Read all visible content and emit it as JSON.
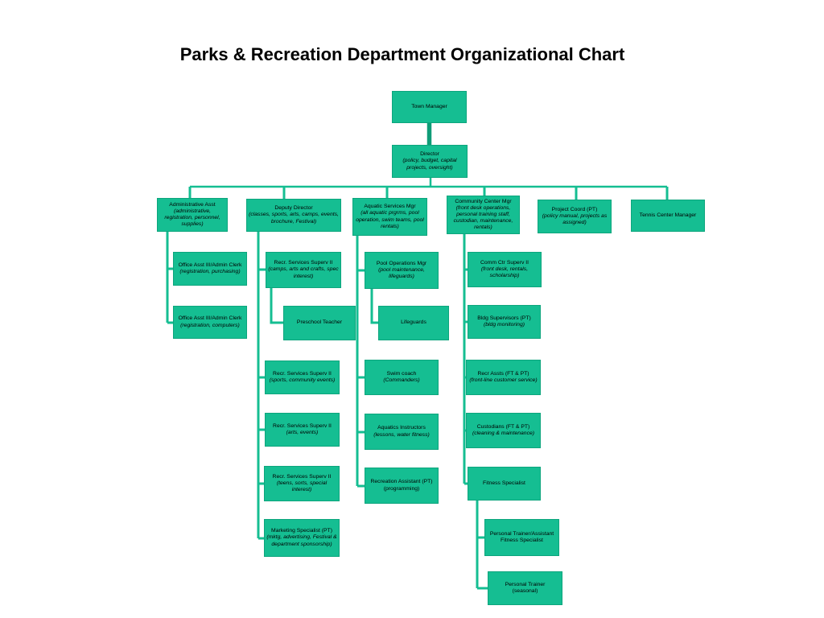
{
  "title": "Parks & Recreation Department Organizational Chart",
  "colors": {
    "box_fill": "#15BE92",
    "box_border": "#0DA57D",
    "connector": "#15BE92",
    "connector_dark": "#0F9C77",
    "text": "#000000"
  },
  "nodes": {
    "town_manager": {
      "label": "Town Manager"
    },
    "director": {
      "label": "Director",
      "sub": "(policy, budget, capital projects, oversight)"
    },
    "administrative_asst": {
      "label": "Administrative Asst",
      "sub": "(administrative, registration, personnel, supplies)"
    },
    "deputy_director": {
      "label": "Deputy Director",
      "sub": "(classes, sports, arts, camps, events, brochure, Festival)"
    },
    "aquatic_services_mgr": {
      "label": "Aquatic Services Mgr",
      "sub": "(all aquatic prgrms, pool operation, swim teams, pool rentals)"
    },
    "community_center_mgr": {
      "label": "Community Center Mgr",
      "sub": "(front desk operations, personal training staff, custodian, maintenance, rentals)"
    },
    "project_coord": {
      "label": "Project Coord (PT)",
      "sub": "(policy manual, projects as assigned)"
    },
    "tennis_center_manager": {
      "label": "Tennis Center Manager"
    },
    "office_asst_purchasing": {
      "label": "Office Asst III/Admin Clerk",
      "sub": "(registration, purchasing)"
    },
    "office_asst_computers": {
      "label": "Office Asst III/Admin Clerk",
      "sub": "(registration, computers)"
    },
    "recr_superv_camps": {
      "label": "Recr. Services Superv II",
      "sub": "(camps, arts and crafts, spec interest)"
    },
    "preschool_teacher": {
      "label": "Preschool Teacher"
    },
    "recr_superv_sports": {
      "label": "Recr. Services Superv II",
      "sub": "(sports, community events)"
    },
    "recr_superv_arts": {
      "label": "Recr. Services Superv II",
      "sub": "(arts, events)"
    },
    "recr_superv_teens": {
      "label": "Recr. Services Superv II",
      "sub": "(teens, sorts, special interest)"
    },
    "marketing_specialist": {
      "label": "Marketing Specialist (PT)",
      "sub": "(mktg, advertising, Festival & department sponsorship)"
    },
    "pool_operations_mgr": {
      "label": "Pool Operations Mgr",
      "sub": "(pool maintenance, lifeguards)"
    },
    "lifeguards": {
      "label": "Lifeguards"
    },
    "swim_coach": {
      "label": "Swim coach",
      "sub": "(Commanders)"
    },
    "aquatics_instructors": {
      "label": "Aquatics Instructors",
      "sub": "(lessons, water fitness)"
    },
    "recreation_assistant": {
      "label": "Recreation Assistant (PT)",
      "sub_plain": "(programming)"
    },
    "comm_ctr_superv": {
      "label": "Comm Ctr Superv II",
      "sub": "(front desk, rentals, scholarship)"
    },
    "bldg_supervisors": {
      "label": "Bldg Supervisors (PT)",
      "sub": "(bldg monitoring)"
    },
    "recr_assts": {
      "label": "Recr Assts (FT & PT)",
      "sub": "(front-line customer service)"
    },
    "custodians": {
      "label": "Custodians (FT & PT)",
      "sub": "(cleaning & maintenance)"
    },
    "fitness_specialist": {
      "label": "Fitness Specialist"
    },
    "personal_trainer_assistant": {
      "label": "Personal Trainer/Assistant Fitness Specialist"
    },
    "personal_trainer_seasonal": {
      "label": "Personal Trainer",
      "sub_plain": "(seasonal)"
    }
  },
  "hierarchy": {
    "town_manager": [
      "director"
    ],
    "director": [
      "administrative_asst",
      "deputy_director",
      "aquatic_services_mgr",
      "community_center_mgr",
      "project_coord",
      "tennis_center_manager"
    ],
    "administrative_asst": [
      "office_asst_purchasing",
      "office_asst_computers"
    ],
    "deputy_director": [
      "recr_superv_camps",
      "recr_superv_sports",
      "recr_superv_arts",
      "recr_superv_teens",
      "marketing_specialist"
    ],
    "recr_superv_camps": [
      "preschool_teacher"
    ],
    "aquatic_services_mgr": [
      "pool_operations_mgr",
      "swim_coach",
      "aquatics_instructors",
      "recreation_assistant"
    ],
    "pool_operations_mgr": [
      "lifeguards"
    ],
    "community_center_mgr": [
      "comm_ctr_superv",
      "bldg_supervisors",
      "recr_assts",
      "custodians",
      "fitness_specialist"
    ],
    "fitness_specialist": [
      "personal_trainer_assistant",
      "personal_trainer_seasonal"
    ]
  }
}
